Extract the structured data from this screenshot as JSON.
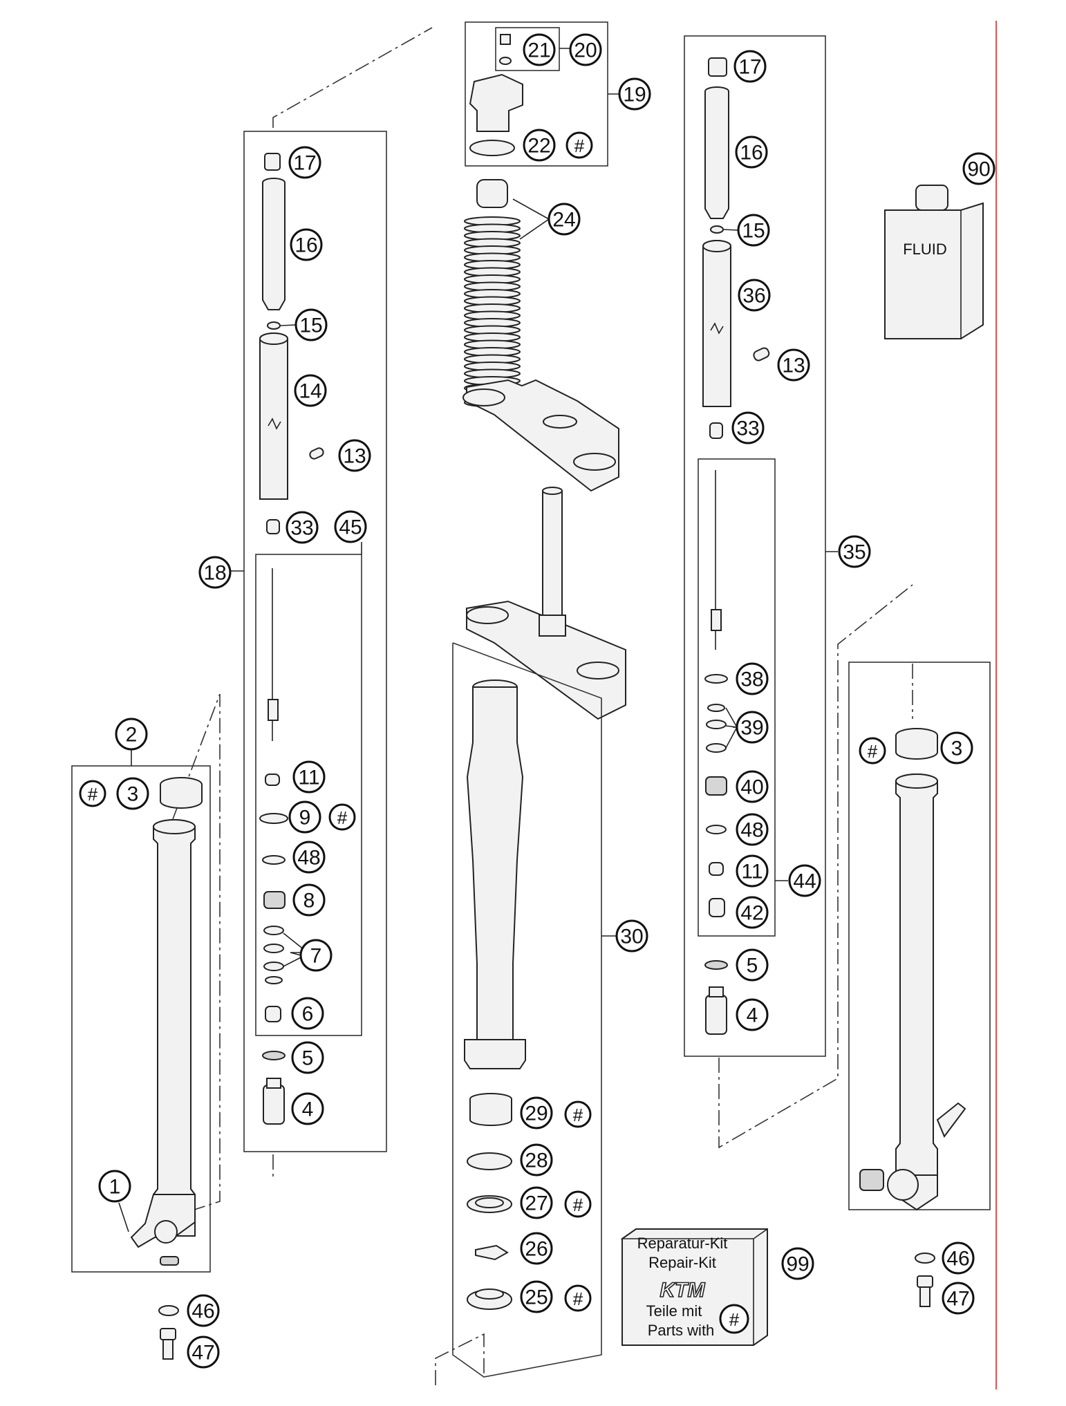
{
  "diagram": {
    "callouts": [
      {
        "id": "c2",
        "text": "2"
      },
      {
        "id": "c3a",
        "text": "3"
      },
      {
        "id": "h3a",
        "text": "#"
      },
      {
        "id": "c1",
        "text": "1"
      },
      {
        "id": "c46a",
        "text": "46"
      },
      {
        "id": "c47a",
        "text": "47"
      },
      {
        "id": "c17a",
        "text": "17"
      },
      {
        "id": "c16a",
        "text": "16"
      },
      {
        "id": "c15a",
        "text": "15"
      },
      {
        "id": "c14",
        "text": "14"
      },
      {
        "id": "c13a",
        "text": "13"
      },
      {
        "id": "c33a",
        "text": "33"
      },
      {
        "id": "c45",
        "text": "45"
      },
      {
        "id": "c18",
        "text": "18"
      },
      {
        "id": "c11a",
        "text": "11"
      },
      {
        "id": "c9",
        "text": "9"
      },
      {
        "id": "h9",
        "text": "#"
      },
      {
        "id": "c48a",
        "text": "48"
      },
      {
        "id": "c8",
        "text": "8"
      },
      {
        "id": "c7",
        "text": "7"
      },
      {
        "id": "c6",
        "text": "6"
      },
      {
        "id": "c5a",
        "text": "5"
      },
      {
        "id": "c4a",
        "text": "4"
      },
      {
        "id": "c21",
        "text": "21"
      },
      {
        "id": "c20",
        "text": "20"
      },
      {
        "id": "c19",
        "text": "19"
      },
      {
        "id": "c22",
        "text": "22"
      },
      {
        "id": "h22",
        "text": "#"
      },
      {
        "id": "c24",
        "text": "24"
      },
      {
        "id": "c30",
        "text": "30"
      },
      {
        "id": "c29",
        "text": "29"
      },
      {
        "id": "h29",
        "text": "#"
      },
      {
        "id": "c28",
        "text": "28"
      },
      {
        "id": "c27",
        "text": "27"
      },
      {
        "id": "h27",
        "text": "#"
      },
      {
        "id": "c26",
        "text": "26"
      },
      {
        "id": "c25",
        "text": "25"
      },
      {
        "id": "h25",
        "text": "#"
      },
      {
        "id": "c17b",
        "text": "17"
      },
      {
        "id": "c16b",
        "text": "16"
      },
      {
        "id": "c15b",
        "text": "15"
      },
      {
        "id": "c36",
        "text": "36"
      },
      {
        "id": "c13b",
        "text": "13"
      },
      {
        "id": "c33b",
        "text": "33"
      },
      {
        "id": "c35",
        "text": "35"
      },
      {
        "id": "c38",
        "text": "38"
      },
      {
        "id": "c39",
        "text": "39"
      },
      {
        "id": "c40",
        "text": "40"
      },
      {
        "id": "c48b",
        "text": "48"
      },
      {
        "id": "c11b",
        "text": "11"
      },
      {
        "id": "c44",
        "text": "44"
      },
      {
        "id": "c42",
        "text": "42"
      },
      {
        "id": "c5b",
        "text": "5"
      },
      {
        "id": "c4b",
        "text": "4"
      },
      {
        "id": "c90",
        "text": "90"
      },
      {
        "id": "c3b",
        "text": "3"
      },
      {
        "id": "h3b",
        "text": "#"
      },
      {
        "id": "c46b",
        "text": "46"
      },
      {
        "id": "c47b",
        "text": "47"
      },
      {
        "id": "c99",
        "text": "99"
      },
      {
        "id": "hkit",
        "text": "#"
      }
    ],
    "fluid_label": "FLUID",
    "kit": {
      "line1": "Reparatur-Kit",
      "line2": "Repair-Kit",
      "logo": "KTM",
      "line3": "Teile mit",
      "line4": "Parts with"
    },
    "colors": {
      "line": "#222222",
      "part_fill": "#f2f2f2",
      "margin_line": "#e05050"
    }
  }
}
